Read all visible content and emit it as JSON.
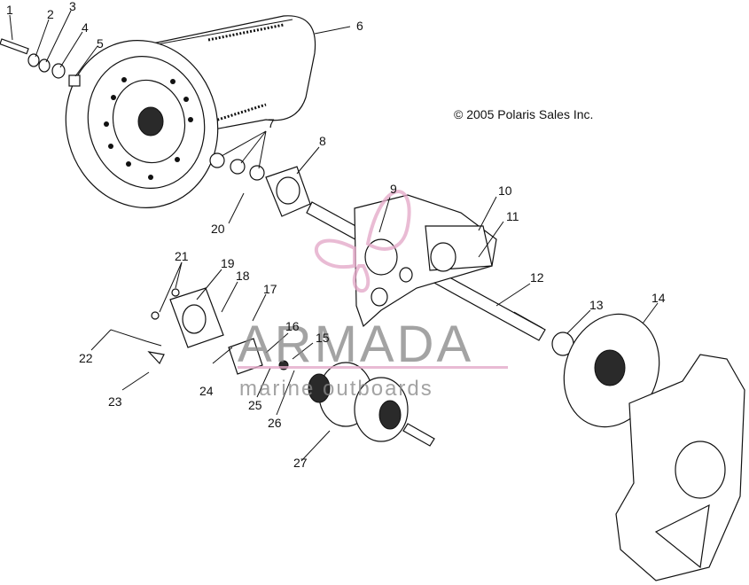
{
  "copyright": "© 2005 Polaris Sales Inc.",
  "watermark": {
    "brand": "ARMADA",
    "tagline": "marine outboards"
  },
  "callouts": [
    "1",
    "2",
    "3",
    "4",
    "5",
    "6",
    "7",
    "8",
    "9",
    "10",
    "11",
    "12",
    "13",
    "14",
    "15",
    "16",
    "17",
    "18",
    "19",
    "20",
    "21",
    "22",
    "23",
    "24",
    "25",
    "26",
    "27"
  ]
}
